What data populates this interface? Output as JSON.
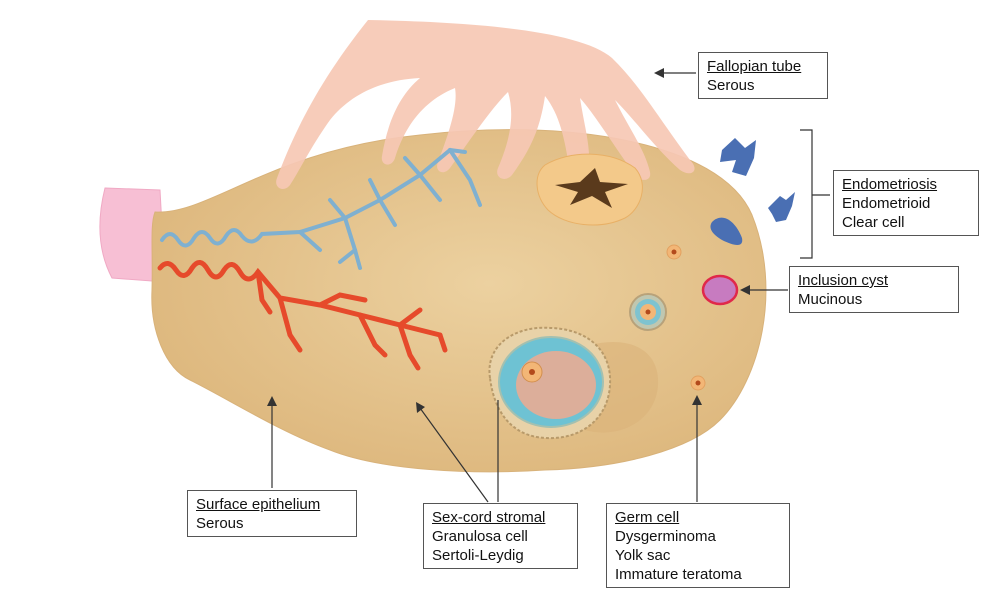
{
  "labels": {
    "fallopian_tube": {
      "title": "Fallopian tube",
      "lines": [
        "Serous"
      ]
    },
    "endometriosis": {
      "title": "Endometriosis",
      "lines": [
        "Endometrioid",
        "Clear cell"
      ]
    },
    "inclusion_cyst": {
      "title": "Inclusion cyst",
      "lines": [
        "Mucinous"
      ]
    },
    "surface_epithelium": {
      "title": "Surface epithelium",
      "lines": [
        "Serous"
      ]
    },
    "sex_cord_stromal": {
      "title": "Sex-cord stromal",
      "lines": [
        "Granulosa cell",
        "Sertoli-Leydig"
      ]
    },
    "germ_cell": {
      "title": "Germ cell",
      "lines": [
        "Dysgerminoma",
        "Yolk sac",
        "Immature teratoma"
      ]
    }
  },
  "colors": {
    "ovary": "#e6c48d",
    "fallopian_tube": "#f6c8b4",
    "ligament": "#f7bfd4",
    "vein": "#7fb0d0",
    "artery": "#e64a2b",
    "endometriosis": "#4a6fb3",
    "inclusion_cyst": "#c77bc0"
  }
}
